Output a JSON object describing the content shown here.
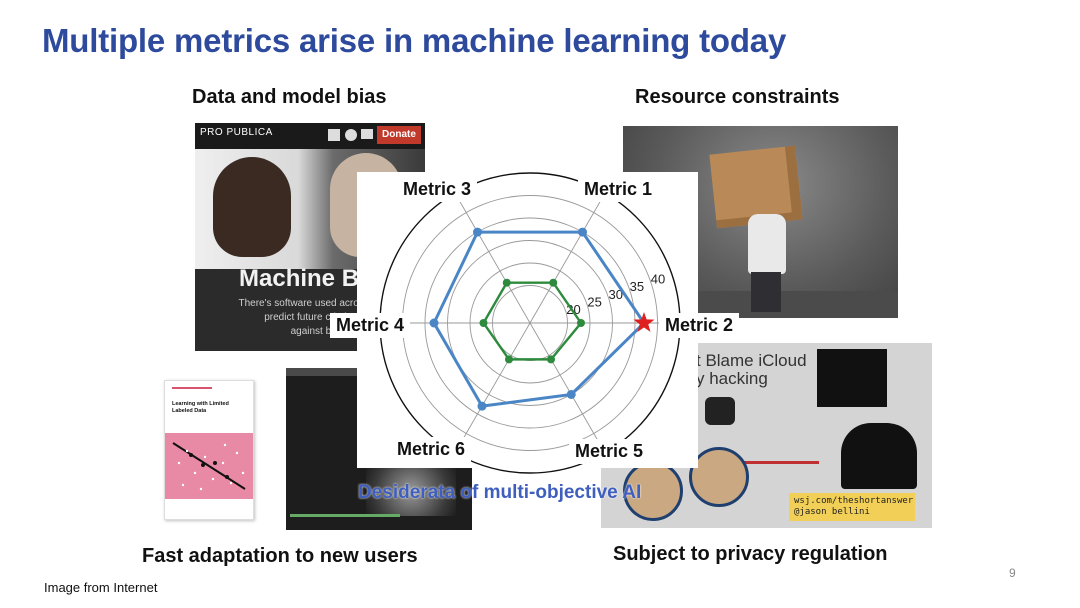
{
  "title": "Multiple metrics arise in machine learning today",
  "sections": {
    "top_left": "Data and model bias",
    "top_right": "Resource constraints",
    "bottom_left": "Fast adaptation to new users",
    "bottom_right": "Subject to privacy regulation"
  },
  "propublica": {
    "logo": "PRO PUBLICA",
    "donate": "Donate",
    "headline": "Machine Bi",
    "subtext": "There's software used across the\npredict future criminal\nagainst bl"
  },
  "book": {
    "header": "Learning with Limited Labeled Data"
  },
  "privacy": {
    "line1": "t Blame iCloud",
    "line2": "y hacking",
    "tag": "wsj.com/theshortanswer\n@jason bellini"
  },
  "chart_data": {
    "type": "radar",
    "axes": [
      "Metric 1",
      "Metric 2",
      "Metric 3",
      "Metric 4",
      "Metric 5",
      "Metric 6"
    ],
    "radial_ticks": [
      20,
      25,
      30,
      35,
      40
    ],
    "series": [
      {
        "color": "#4a86c5",
        "values": [
          35,
          37,
          35,
          33,
          30,
          33
        ]
      },
      {
        "color": "#2e8b3e",
        "values": [
          22,
          23,
          22,
          22,
          21,
          21
        ]
      }
    ],
    "highlight": {
      "axis": "Metric 2",
      "marker": "star",
      "color": "#e02020"
    },
    "caption": "Desiderata of multi-objective AI"
  },
  "footnote": "Image from Internet",
  "page_number": "9"
}
